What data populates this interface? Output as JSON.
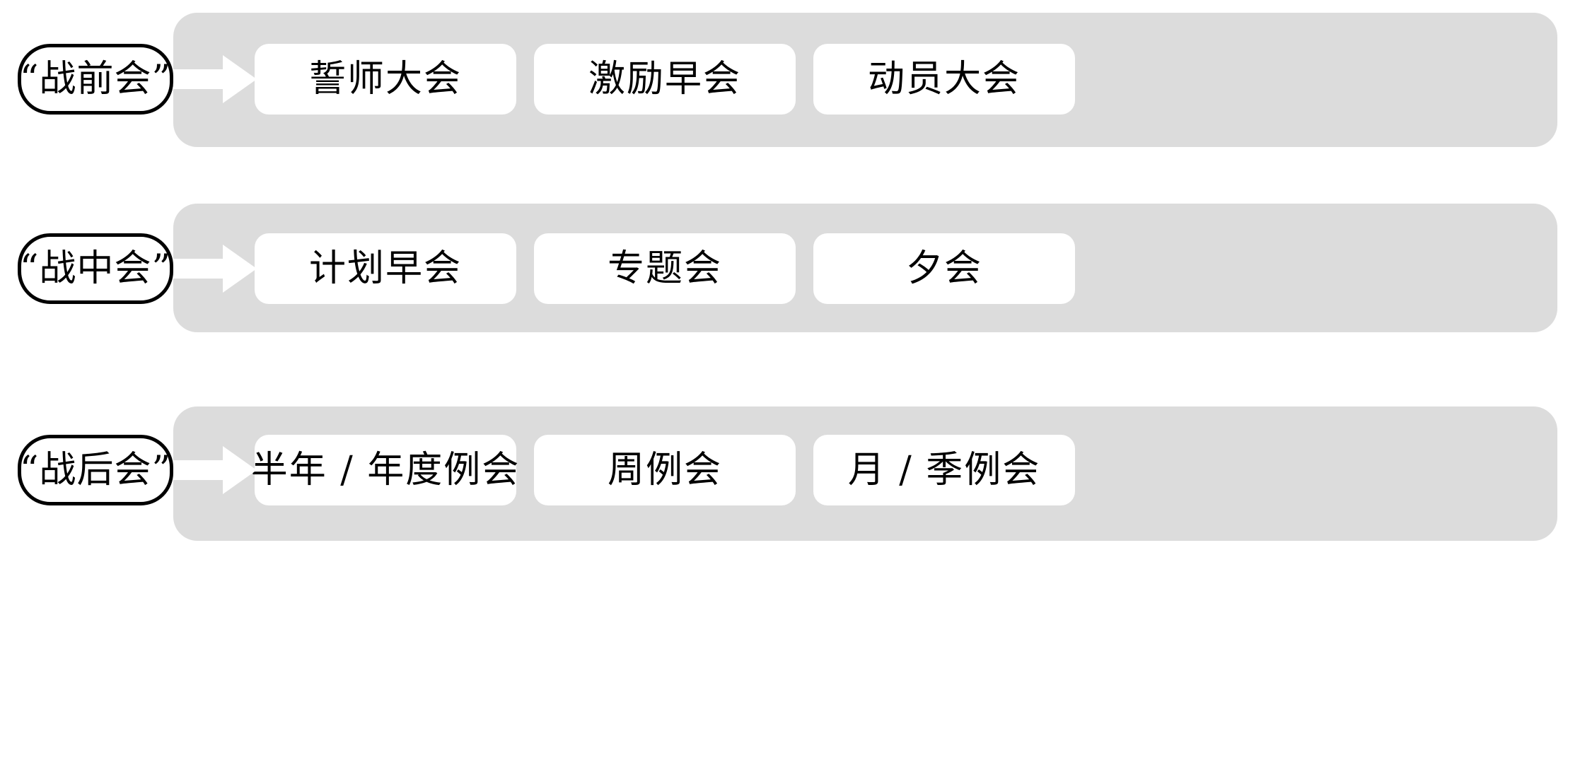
{
  "diagram": {
    "type": "grouped-process-rows",
    "background_color": "#ffffff",
    "band_color": "#dcdcdc",
    "card_color": "#ffffff",
    "outline_color": "#000000",
    "arrow_color": "#ffffff",
    "rows": [
      {
        "label": "“战前会”",
        "arrow": "right-arrow",
        "cards": [
          {
            "text": "誓师大会"
          },
          {
            "text": "激励早会"
          },
          {
            "text": "动员大会"
          }
        ]
      },
      {
        "label": "“战中会”",
        "arrow": "right-arrow",
        "cards": [
          {
            "text": "计划早会"
          },
          {
            "text": "专题会"
          },
          {
            "text": "夕会"
          }
        ]
      },
      {
        "label": "“战后会”",
        "arrow": "right-arrow",
        "cards": [
          {
            "text": "半年 / 年度例会"
          },
          {
            "text": "周例会"
          },
          {
            "text": "月 / 季例会"
          }
        ]
      }
    ]
  }
}
